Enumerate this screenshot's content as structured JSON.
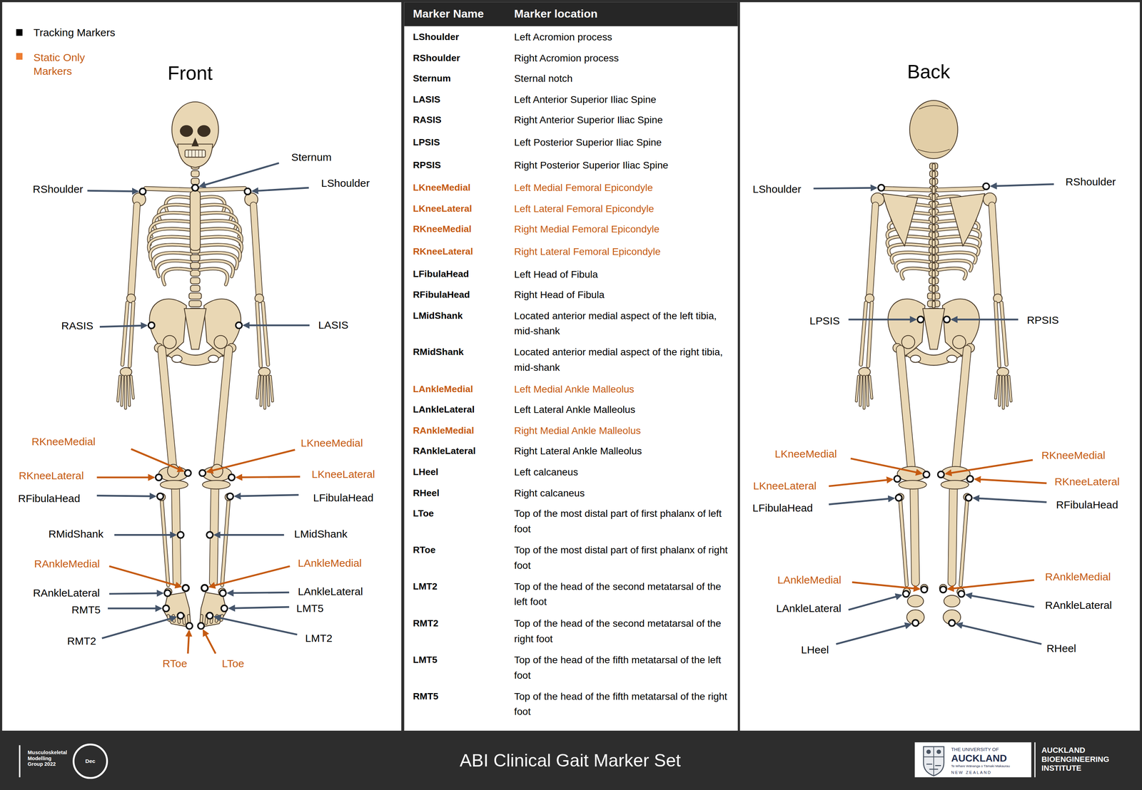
{
  "diagram": {
    "title": "ABI Clinical Gait Marker Set",
    "labels": [
      "Front",
      "Back",
      "RShoulder",
      "Sternum",
      "LShoulder",
      "RASIS",
      "LASIS",
      "RKneeMedial",
      "LKneeMedial",
      "RKneeLateral",
      "LKneeLateral",
      "RFibulaHead",
      "LFibulaHead",
      "RMidShank",
      "LMidShank",
      "RAnkleMedial",
      "LAnkleMedial",
      "RAnkleLateral",
      "LAnkleLateral",
      "RMT5",
      "LMT5",
      "RMT2",
      "LMT2",
      "RToe",
      "LToe",
      "LShoulder",
      "RShoulder",
      "LPSIS",
      "RPSIS",
      "LKneeMedial",
      "RKneeMedial",
      "LKneeLateral",
      "RKneeLateral",
      "LFibulaHead",
      "RFibulaHead",
      "LAnkleMedial",
      "RAnkleMedial",
      "LAnkleLateral",
      "RAnkleLateral",
      "LHeel",
      "RHeel",
      "Marker Name",
      "Marker location",
      "LShoulder",
      "Left Acromion process",
      "RShoulder",
      "Right Acromion process",
      "Sternum",
      "Sternal notch",
      "LASIS",
      "Left Anterior Superior Iliac Spine",
      "RASIS",
      "Right Anterior Superior Iliac Spine",
      "LPSIS",
      "Left Posterior Superior Iliac Spine",
      "RPSIS",
      "Right Posterior Superior Iliac Spine",
      "LKneeMedial",
      "Left Medial Femoral Epicondyle",
      "LKneeLateral",
      "Left Lateral Femoral Epicondyle",
      "RKneeMedial",
      "Right Medial Femoral Epicondyle",
      "RKneeLateral",
      "Right Lateral Femoral Epicondyle",
      "LFibulaHead",
      "Left Head of Fibula",
      "RFibulaHead",
      "Right Head of Fibula",
      "LMidShank",
      "Located anterior medial aspect of the left tibia, mid-shank",
      "RMidShank",
      "Located anterior medial aspect of the right tibia, mid-shank",
      "LAnkleMedial",
      "Left Medial Ankle Malleolus",
      "LAnkleLateral",
      "Left Lateral Ankle Malleolus",
      "RAnkleMedial",
      "Right Medial Ankle Malleolus",
      "RAnkleLateral",
      "Right Lateral Ankle Malleolus",
      "LHeel",
      "Left calcaneus",
      "RHeel",
      "Right calcaneus",
      "LToe",
      "Top of the most distal part of first phalanx of left foot",
      "RToe",
      "Top of the most distal part of first phalanx of right foot",
      "LMT2",
      "Top of the head of the second metatarsal of the left foot",
      "RMT2",
      "Top of the head of the second metatarsal of the right foot",
      "LMT5",
      "Top of the head of the fifth metatarsal of the left foot",
      "RMT5",
      "Top of the head of the fifth metatarsal of the right foot",
      "Musculoskeletal Modelling Group 2022",
      "Dec",
      "THE UNIVERSITY OF",
      "AUCKLAND",
      "Te Whare Wānanga o Tāmaki Makaurau",
      "NEW ZEALAND",
      "AUCKLAND BIOENGINEERING INSTITUTE"
    ],
    "legend": [
      {
        "text": "Tracking Markers",
        "color": "#000000"
      },
      {
        "text": "Static Only Markers",
        "color": "#ed7d31"
      }
    ]
  }
}
